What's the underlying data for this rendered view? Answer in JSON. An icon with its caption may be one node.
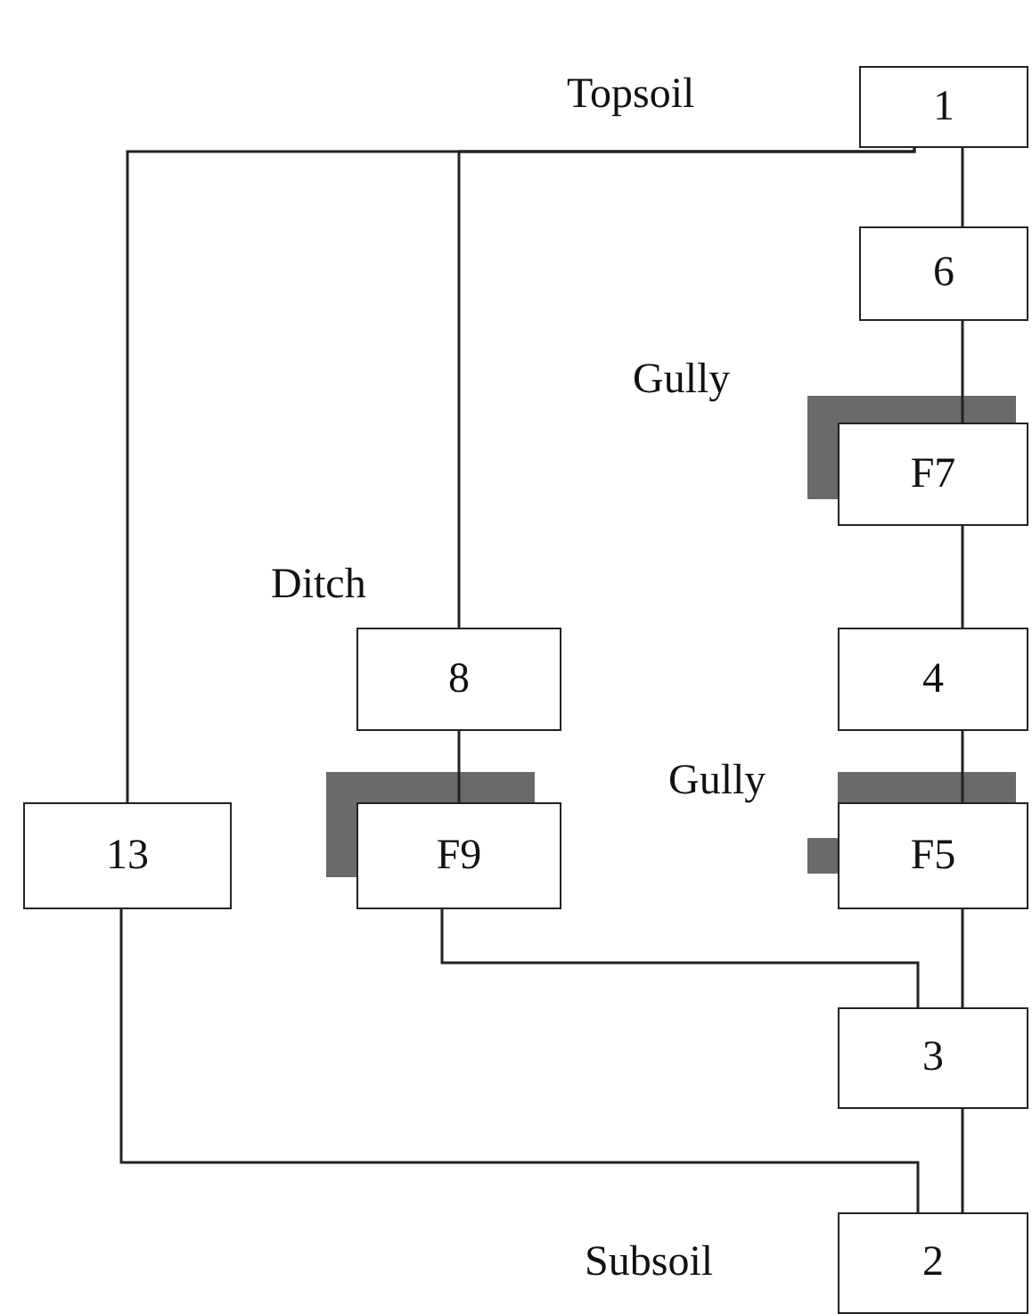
{
  "diagram": {
    "nodes": [
      {
        "text": [
          "1"
        ],
        "beside": [
          "Topsoil"
        ]
      },
      {
        "text": [
          "6"
        ]
      },
      {
        "text": [
          "F7"
        ],
        "beside": [
          "Gully"
        ]
      },
      {
        "text": [
          "8"
        ],
        "beside": [
          "Ditch"
        ]
      },
      {
        "text": [
          "4"
        ]
      },
      {
        "text": [
          "13"
        ]
      },
      {
        "text": [
          "F9"
        ]
      },
      {
        "text": [
          "F5"
        ],
        "beside": [
          "Gully"
        ]
      },
      {
        "text": [
          "3"
        ]
      },
      {
        "text": [
          "2"
        ],
        "beside": [
          "Subsoil"
        ]
      }
    ],
    "edges": [
      {
        "from": 0,
        "to": 1,
        "arrow": "none"
      },
      {
        "from": 1,
        "to": 2,
        "arrow": "none"
      },
      {
        "from": 2,
        "to": 4,
        "arrow": "none"
      },
      {
        "from": 4,
        "to": 7,
        "arrow": "none"
      },
      {
        "from": 7,
        "to": 8,
        "arrow": "none"
      },
      {
        "from": 8,
        "to": 9,
        "arrow": "none"
      },
      {
        "from": 0,
        "to": 3,
        "arrow": "none"
      },
      {
        "from": 0,
        "to": 5,
        "arrow": "none"
      },
      {
        "from": 3,
        "to": 6,
        "arrow": "none"
      },
      {
        "from": 6,
        "to": 8,
        "arrow": "none"
      },
      {
        "from": 5,
        "to": 9,
        "arrow": "none"
      }
    ]
  }
}
